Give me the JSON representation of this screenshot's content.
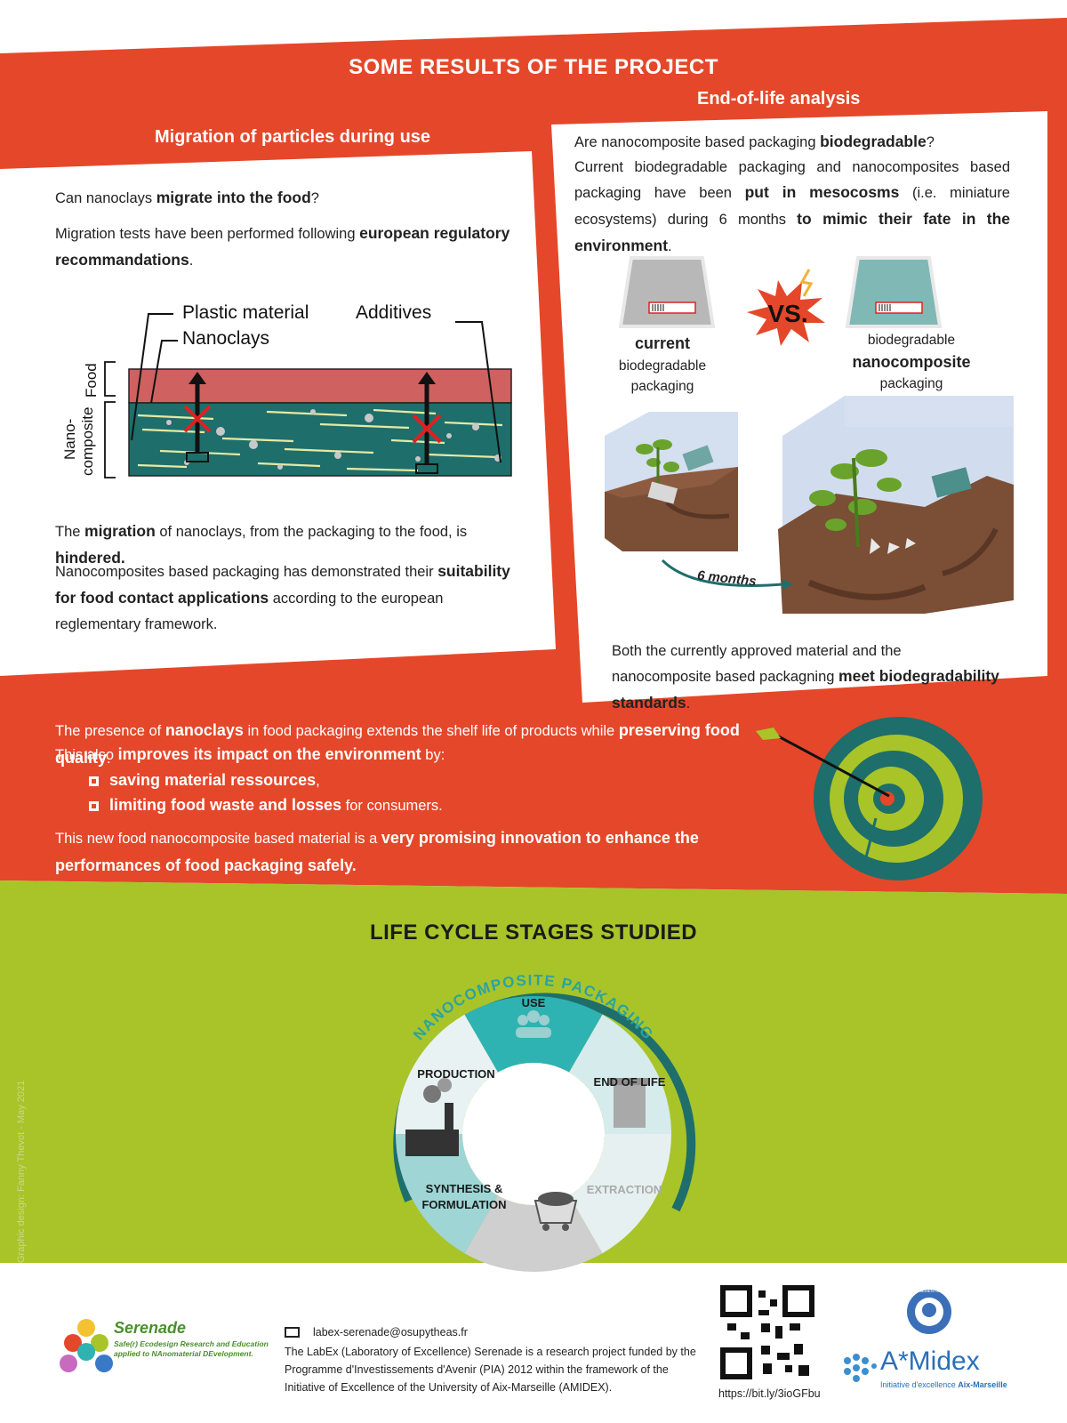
{
  "header": {
    "title": "SOME RESULTS OF THE PROJECT",
    "migration_heading": "Migration of particles during use",
    "eol_heading": "End-of-life analysis"
  },
  "migration": {
    "q_pre": "Can nanoclays ",
    "q_bold": "migrate into the food",
    "q_post": "?",
    "tests_pre": "Migration tests have been performed following ",
    "tests_bold": "european regulatory recommandations",
    "tests_post": ".",
    "diagram": {
      "plastic": "Plastic material",
      "nanoclays": "Nanoclays",
      "additives": "Additives",
      "food": "Food",
      "nano": "Nano-",
      "composite": "composite"
    },
    "result_pre": "The ",
    "result_b1": "migration",
    "result_mid": " of nanoclays, from the packaging to the food, is ",
    "result_b2": "hindered.",
    "suit_pre": "Nanocomposites based packaging has demonstrated their ",
    "suit_bold": "suitability for food contact applications",
    "suit_post": " according to the european reglementary framework."
  },
  "eol": {
    "q_pre": "Are nanocomposite based packaging ",
    "q_bold": "biodegradable",
    "q_post": "?",
    "p_pre": "Current biodegradable packaging and nanocomposites based packaging have been ",
    "p_b1": "put in mesocosms",
    "p_mid": " (i.e. miniature ecosystems) during 6 months ",
    "p_b2": "to mimic their fate in the environment",
    "p_post": ".",
    "current_b": "current",
    "current_rest1": "biodegradable",
    "current_rest2": "packaging",
    "vs": "VS.",
    "nano_l1": "biodegradable",
    "nano_b": "nanocomposite",
    "nano_l3": "packaging",
    "months": "6 months",
    "concl_pre": "Both the currently approved material and the nanocomposite based packagning ",
    "concl_bold": "meet biodegradability standards",
    "concl_post": "."
  },
  "conclusion": {
    "l1_pre": "The presence of ",
    "l1_b1": "nanoclays",
    "l1_mid": " in food packaging extends the shelf life of products while ",
    "l1_b2": "preserving food quality",
    "l1_post": ".",
    "l2_pre": "This also ",
    "l2_bold": "improves its impact on the environment",
    "l2_post": " by:",
    "b1": "saving material ressources",
    "b1_post": ",",
    "b2": "limiting food waste and losses",
    "b2_post": " for consumers.",
    "l3_pre": "This new food nanocomposite based material is a ",
    "l3_bold": "very promising innovation to enhance the performances of food packaging safely."
  },
  "lifecycle": {
    "title": "LIFE CYCLE STAGES STUDIED",
    "arc_label": "NANOCOMPOSITE PACKAGING",
    "stages": {
      "use": "USE",
      "eol": "END OF LIFE",
      "extraction": "EXTRACTION",
      "synthesis1": "SYNTHESIS &",
      "synthesis2": "FORMULATION",
      "production": "PRODUCTION"
    }
  },
  "footer": {
    "credit": "Graphic design: Fanny Thevot - May 2021",
    "serenade_name": "Serenade",
    "serenade_tag1": "Safe(r) Ecodesign Research and Education",
    "serenade_tag2": "applied to NAnomaterial DEvelopment.",
    "email": "labex-serenade@osupytheas.fr",
    "funding": "The LabEx (Laboratory of Excellence) Serenade is a research project funded by the Programme d'Investissements d'Avenir (PIA) 2012 within the framework of the Initiative of Excellence of the University of Aix-Marseille (AMIDEX).",
    "qr_link": "https://bit.ly/3ioGFbu",
    "amidex": "A*Midex",
    "amidex_tag_pre": "Initiative d'excellence ",
    "amidex_tag_b": "Aix-Marseille",
    "invest": "INVESTISSEMENTS D'AVENIR"
  },
  "colors": {
    "orange": "#e5472a",
    "lime": "#a8c429",
    "teal": "#1e6e6b",
    "food": "#cf6160"
  }
}
